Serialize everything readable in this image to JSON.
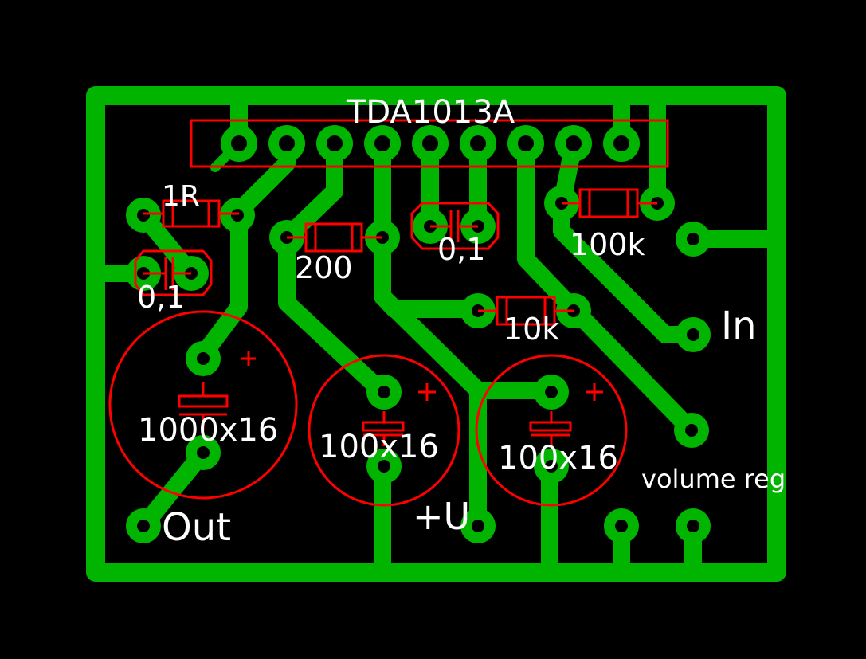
{
  "board": {
    "title": "TDA1013A amplifier PCB layout",
    "colors": {
      "background": "#000000",
      "copper": "#00b400",
      "silkscreen": "#ff0000",
      "text": "#ffffff"
    }
  },
  "ic": {
    "name": "TDA1013A",
    "pin_count": 9
  },
  "components": {
    "r1": {
      "value": "1R",
      "type": "resistor"
    },
    "c1": {
      "value": "0,1",
      "type": "capacitor"
    },
    "r2": {
      "value": "200",
      "type": "resistor"
    },
    "c2": {
      "value": "0,1",
      "type": "capacitor"
    },
    "r3": {
      "value": "100k",
      "type": "resistor"
    },
    "r4": {
      "value": "10k",
      "type": "resistor"
    },
    "c3": {
      "value": "1000x16",
      "type": "electrolytic-capacitor",
      "polarity": "+"
    },
    "c4": {
      "value": "100x16",
      "type": "electrolytic-capacitor",
      "polarity": "+"
    },
    "c5": {
      "value": "100x16",
      "type": "electrolytic-capacitor",
      "polarity": "+"
    }
  },
  "connectors": {
    "in": "In",
    "out": "Out",
    "supply": "+U",
    "volume": "volume reg"
  }
}
